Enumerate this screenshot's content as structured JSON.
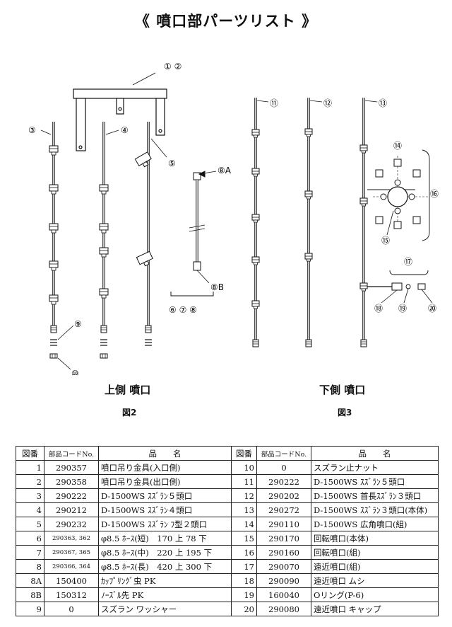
{
  "title": "《 噴口部パーツリスト 》",
  "sections": {
    "upper": {
      "label": "上側 噴口",
      "fig": "図2"
    },
    "lower": {
      "label": "下側 噴口",
      "fig": "図3"
    }
  },
  "callouts": {
    "c1_2": "① ②",
    "c3": "③",
    "c4": "④",
    "c5": "⑤",
    "c8A": "⑧A",
    "c678": "⑥ ⑦ ⑧",
    "c8B": "⑧B",
    "c9": "⑨",
    "c10": "⑩",
    "c11": "⑪",
    "c12": "⑫",
    "c13": "⑬",
    "c14": "⑭",
    "c15": "⑮",
    "c16": "⑯",
    "c17": "⑰",
    "c18": "⑱",
    "c19": "⑲",
    "c20": "⑳"
  },
  "table": {
    "headers": {
      "no": "図番",
      "code": "部品コードNo.",
      "name": "品　　名"
    },
    "left": [
      {
        "no": "1",
        "code": "290357",
        "name": "噴口吊り金具(入口側)",
        "small": false
      },
      {
        "no": "2",
        "code": "290358",
        "name": "噴口吊り金具(出口側)",
        "small": false
      },
      {
        "no": "3",
        "code": "290222",
        "name": "D-1500WS ｽｽﾞﾗﾝ５頭口",
        "small": false
      },
      {
        "no": "4",
        "code": "290212",
        "name": "D-1500WS ｽｽﾞﾗﾝ４頭口",
        "small": false
      },
      {
        "no": "5",
        "code": "290232",
        "name": "D-1500WS ｽｽﾞﾗﾝ ﾌ型２頭口",
        "small": false
      },
      {
        "no": "6",
        "code": "290363, 362",
        "name": "φ8.5 ﾎｰｽ(短)　170 上 78 下",
        "small": true
      },
      {
        "no": "7",
        "code": "290367, 365",
        "name": "φ8.5 ﾎｰｽ(中)　220 上 195 下",
        "small": true
      },
      {
        "no": "8",
        "code": "290366, 364",
        "name": "φ8.5 ﾎｰｽ(長)　420 上 300 下",
        "small": true
      },
      {
        "no": "8A",
        "code": "150400",
        "name": "ｶｯﾌﾟﾘﾝｸﾞ虫 PK",
        "small": false
      },
      {
        "no": "8B",
        "code": "150312",
        "name": "ﾉｰｽﾞﾙ先 PK",
        "small": false
      },
      {
        "no": "9",
        "code": "0",
        "name": "スズラン ワッシャー",
        "small": false
      }
    ],
    "right": [
      {
        "no": "10",
        "code": "0",
        "name": "スズラン止ナット"
      },
      {
        "no": "11",
        "code": "290222",
        "name": "D-1500WS ｽｽﾞﾗﾝ５頭口"
      },
      {
        "no": "12",
        "code": "290202",
        "name": "D-1500WS 首長ｽｽﾞﾗﾝ３頭口"
      },
      {
        "no": "13",
        "code": "290272",
        "name": "D-1500WS ｽｽﾞﾗﾝ３頭口(本体)"
      },
      {
        "no": "14",
        "code": "290110",
        "name": "D-1500WS 広角噴口(組)"
      },
      {
        "no": "15",
        "code": "290170",
        "name": "回転噴口(本体)"
      },
      {
        "no": "16",
        "code": "290160",
        "name": "回転噴口(組)"
      },
      {
        "no": "17",
        "code": "290070",
        "name": "遠近噴口(組)"
      },
      {
        "no": "18",
        "code": "290090",
        "name": "遠近噴口 ムシ"
      },
      {
        "no": "19",
        "code": "160040",
        "name": "Oリング(P-6)"
      },
      {
        "no": "20",
        "code": "290080",
        "name": "遠近噴口 キャップ"
      }
    ]
  }
}
